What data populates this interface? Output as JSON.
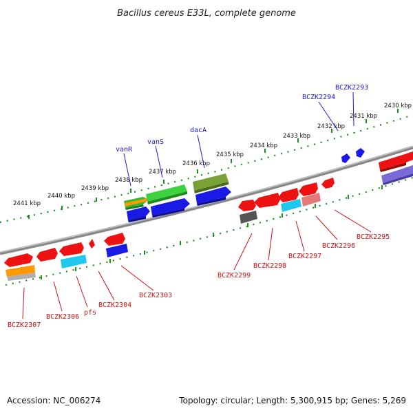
{
  "title": "Bacillus cereus E33L, complete genome",
  "footer": {
    "accession": "Accession: NC_006274",
    "summary": "Topology: circular; Length: 5,300,915 bp; Genes: 5,269"
  },
  "colors": {
    "backbone": "#8c8c8c",
    "tick": "#1e8c1e",
    "label_top": "#1a1ad6",
    "label_bottom": "#cc1111"
  },
  "scale_labels": [
    "2430 kbp",
    "2431 kbp",
    "2432 kbp",
    "2433 kbp",
    "2434 kbp",
    "2435 kbp",
    "2436 kbp",
    "2437 kbp",
    "2438 kbp",
    "2439 kbp",
    "2440 kbp",
    "2441 kbp"
  ],
  "top_labels": [
    "BCZK2293",
    "BCZK2294",
    "dacA",
    "vanS",
    "vanR"
  ],
  "bottom_labels": [
    "BCZK2295",
    "BCZK2296",
    "BCZK2297",
    "BCZK2298",
    "BCZK2299",
    "BCZK2303",
    "BCZK2304",
    "pfs",
    "BCZK2306",
    "BCZK2307"
  ]
}
